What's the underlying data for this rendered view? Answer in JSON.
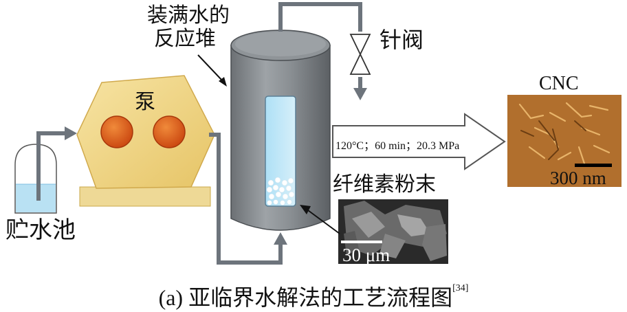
{
  "labels": {
    "reactor_line1": "装满水的",
    "reactor_line2": "反应堆",
    "valve": "针阀",
    "pump": "泵",
    "reservoir": "贮水池",
    "cellulose": "纤维素粉末",
    "product": "CNC",
    "conditions": "120°C；60 min；20.3 MPa",
    "sem_scale": "30 μm",
    "afm_scale": "300 nm"
  },
  "caption": {
    "text": "(a) 亚临界水解法的工艺流程图",
    "ref": "[34]"
  },
  "colors": {
    "water": "#bfe3f4",
    "pump_body": "#f3d98a",
    "pump_buttons": "#e0621c",
    "reactor_body": "#7f8488",
    "pipe": "#6d747c",
    "afm": "#b5742e"
  }
}
